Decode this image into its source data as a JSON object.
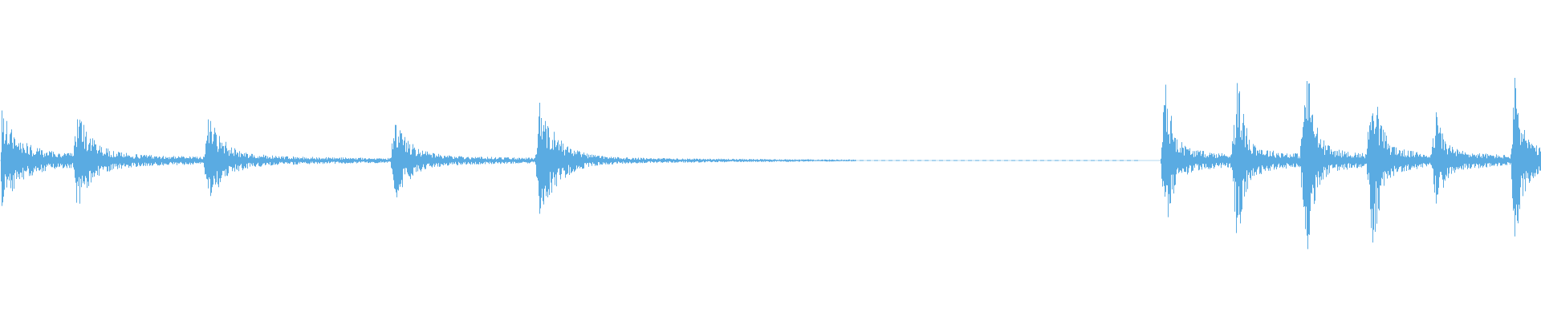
{
  "waveform": {
    "color": "#5aabe2",
    "background": "#ffffff",
    "amplitude_range": [
      -1,
      1
    ],
    "bursts": [
      {
        "start": 0.0,
        "peak_at": 0.001,
        "peak": 0.26,
        "decay": 0.045,
        "floor": 0.05
      },
      {
        "start": 0.047,
        "peak_at": 0.05,
        "peak": 0.26,
        "decay": 0.04,
        "floor": 0.04
      },
      {
        "start": 0.132,
        "peak_at": 0.134,
        "peak": 0.25,
        "decay": 0.045,
        "floor": 0.03
      },
      {
        "start": 0.253,
        "peak_at": 0.256,
        "peak": 0.23,
        "decay": 0.04,
        "floor": 0.03
      },
      {
        "start": 0.347,
        "peak_at": 0.35,
        "peak": 0.31,
        "decay": 0.05,
        "floor": 0.02
      },
      {
        "start": 0.753,
        "peak_at": 0.756,
        "peak": 0.45,
        "decay": 0.02,
        "floor": 0.07
      },
      {
        "start": 0.798,
        "peak_at": 0.803,
        "peak": 0.45,
        "decay": 0.02,
        "floor": 0.07
      },
      {
        "start": 0.843,
        "peak_at": 0.848,
        "peak": 0.53,
        "decay": 0.02,
        "floor": 0.07
      },
      {
        "start": 0.886,
        "peak_at": 0.891,
        "peak": 0.49,
        "decay": 0.02,
        "floor": 0.07
      },
      {
        "start": 0.928,
        "peak_at": 0.932,
        "peak": 0.27,
        "decay": 0.02,
        "floor": 0.06
      },
      {
        "start": 0.98,
        "peak_at": 0.983,
        "peak": 0.46,
        "decay": 0.02,
        "floor": 0.07
      }
    ],
    "quiet_segments": [
      {
        "start": 0.555,
        "end": 0.74,
        "style": "dash"
      }
    ]
  }
}
